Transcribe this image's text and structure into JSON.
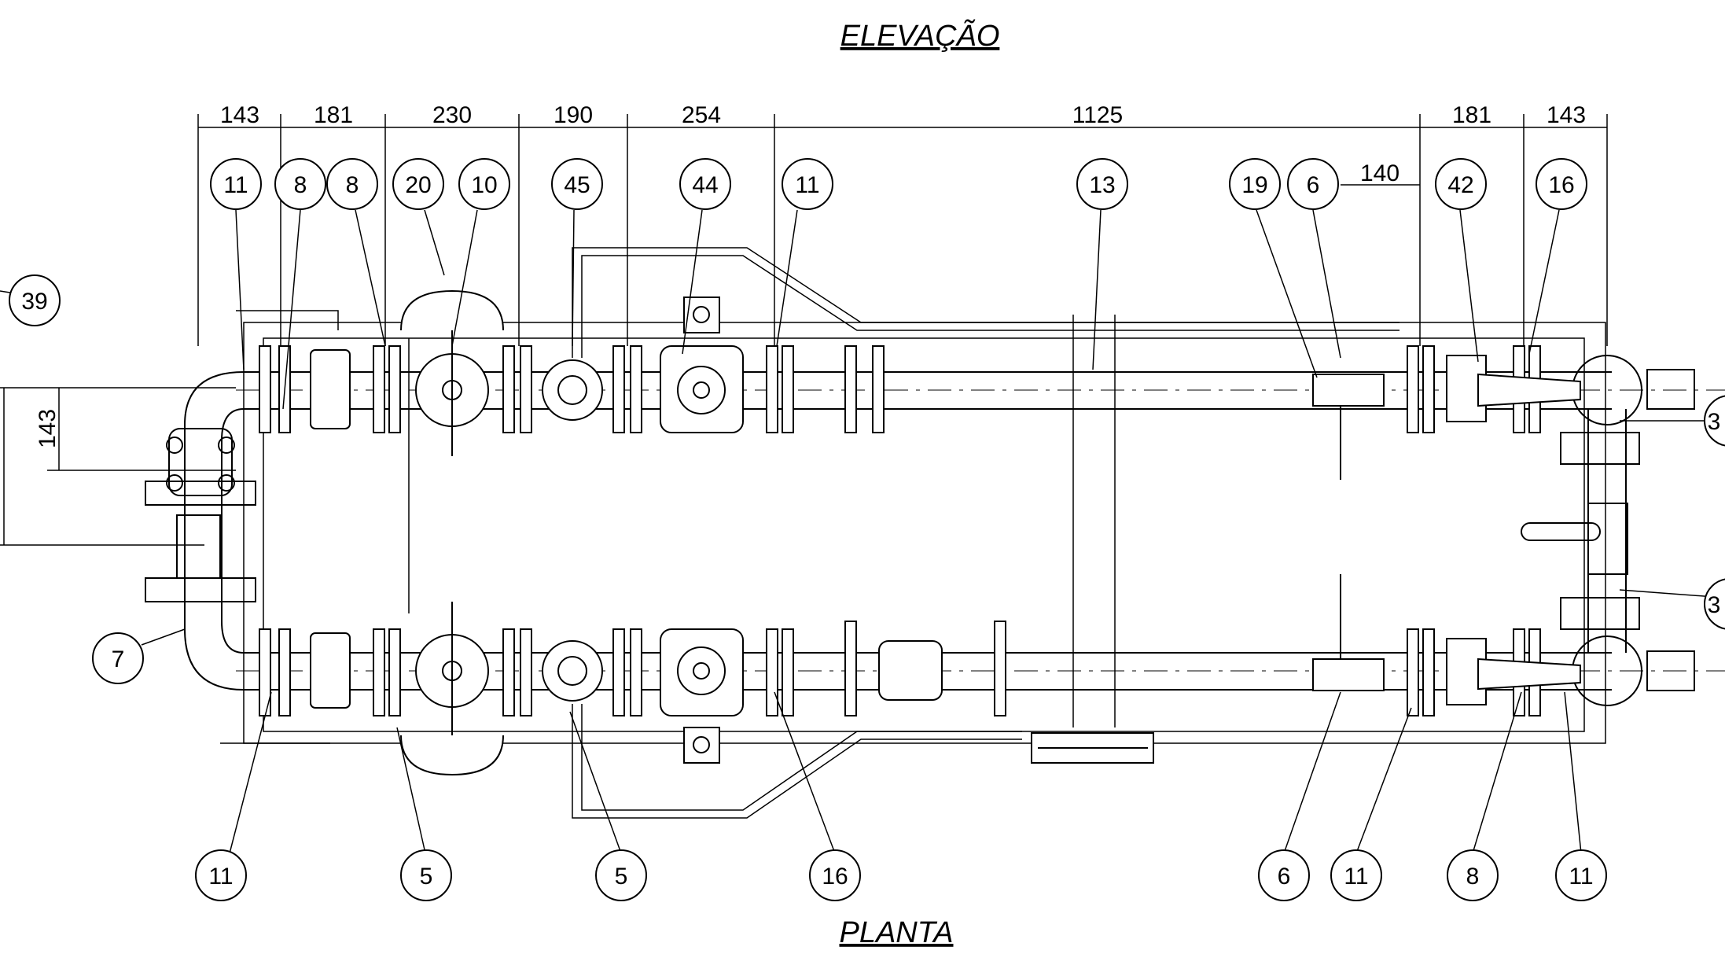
{
  "titles": {
    "top": "ELEVAÇÃO",
    "bottom": "PLANTA"
  },
  "dimensions": {
    "top": [
      "143",
      "181",
      "230",
      "190",
      "254",
      "1125",
      "181",
      "143"
    ],
    "inner": "140",
    "left_inner": "143"
  },
  "balloons": {
    "top": [
      "11",
      "8",
      "8",
      "20",
      "10",
      "45",
      "44",
      "11",
      "13",
      "19",
      "6",
      "42",
      "16"
    ],
    "left": [
      "39",
      "7"
    ],
    "right": [
      "3",
      "3"
    ],
    "bottom": [
      "11",
      "5",
      "5",
      "16",
      "6",
      "11",
      "8",
      "11"
    ]
  }
}
